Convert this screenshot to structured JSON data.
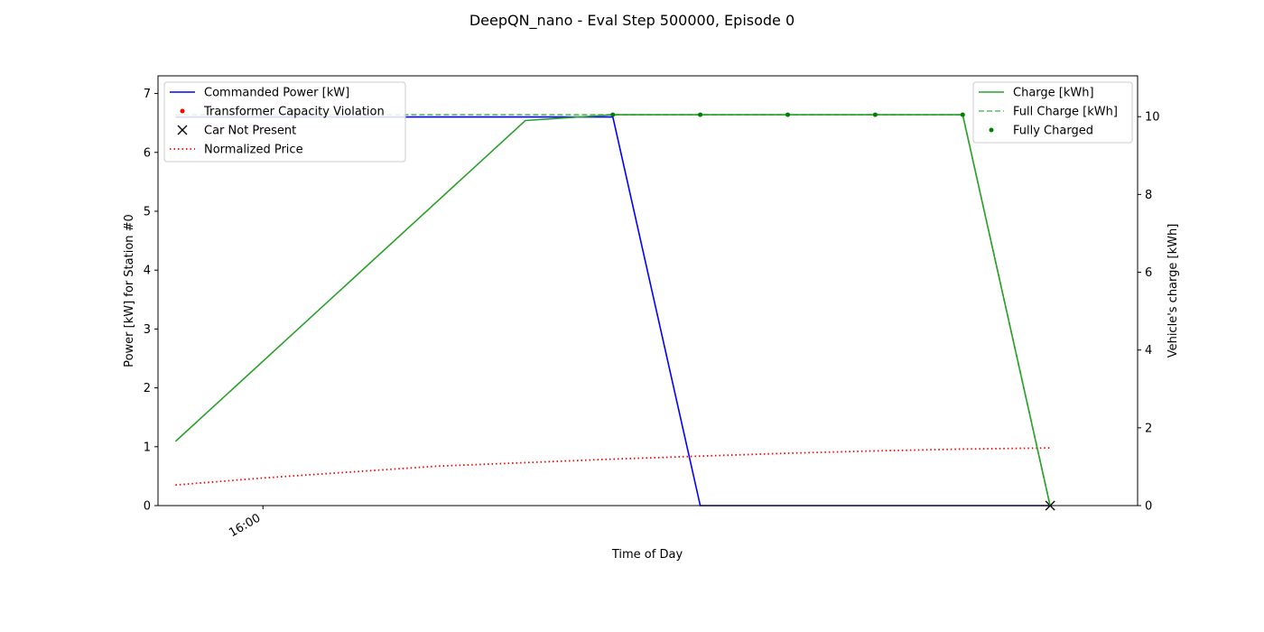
{
  "chart_data": {
    "type": "line",
    "title": "DeepQN_nano - Eval Step 500000, Episode 0",
    "xlabel": "Time of Day",
    "ylabel_left": "Power [kW] for Station #0",
    "ylabel_right": "Vehicle's charge [kWh]",
    "x_ticks": [
      "16:00"
    ],
    "x_time_hours": [
      15.75,
      16.0,
      16.25,
      16.5,
      16.75,
      17.0,
      17.25,
      17.5,
      17.75,
      18.0,
      18.25
    ],
    "xlim_hours": [
      15.7,
      18.5
    ],
    "ylim_left": [
      0,
      7.3
    ],
    "yticks_left": [
      0,
      1,
      2,
      3,
      4,
      5,
      6,
      7
    ],
    "ylim_right": [
      0,
      11.05
    ],
    "yticks_right": [
      0,
      2,
      4,
      6,
      8,
      10
    ],
    "grid": false,
    "legend_left_position": "upper-left",
    "legend_right_position": "upper-right",
    "series": [
      {
        "name": "Commanded Power [kW]",
        "axis": "left",
        "style": "solid",
        "color": "#0000ff",
        "marker": "none",
        "x": [
          15.75,
          17.0,
          17.25,
          18.25
        ],
        "y": [
          6.6,
          6.6,
          0.0,
          0.0
        ]
      },
      {
        "name": "Transformer Capacity Violation",
        "axis": "left",
        "style": "marker",
        "color": "#ff0000",
        "marker": "dot",
        "x": [],
        "y": []
      },
      {
        "name": "Car Not Present",
        "axis": "left",
        "style": "marker",
        "color": "#000000",
        "marker": "x",
        "x": [
          18.25
        ],
        "y": [
          0.0
        ]
      },
      {
        "name": "Normalized Price",
        "axis": "left",
        "style": "dotted",
        "color": "#ff0000",
        "marker": "none",
        "x": [
          15.75,
          16.0,
          16.25,
          16.5,
          16.75,
          17.0,
          17.25,
          17.5,
          17.75,
          18.0,
          18.25
        ],
        "y": [
          0.35,
          0.47,
          0.57,
          0.67,
          0.73,
          0.79,
          0.84,
          0.89,
          0.93,
          0.96,
          0.98
        ]
      },
      {
        "name": "Charge [kWh]",
        "axis": "right",
        "style": "solid",
        "color": "#2ca02c",
        "marker": "none",
        "x": [
          15.75,
          16.75,
          17.0,
          17.25,
          17.5,
          17.75,
          18.0,
          18.25
        ],
        "y": [
          1.65,
          9.9,
          10.05,
          10.05,
          10.05,
          10.05,
          10.05,
          0.0
        ]
      },
      {
        "name": "Full Charge [kWh]",
        "axis": "right",
        "style": "dashed",
        "color": "#2ca02c",
        "marker": "none",
        "x": [
          15.75,
          18.0,
          18.25
        ],
        "y": [
          10.05,
          10.05,
          0.0
        ]
      },
      {
        "name": "Fully Charged",
        "axis": "right",
        "style": "marker",
        "color": "#007f00",
        "marker": "dot",
        "x": [
          17.0,
          17.25,
          17.5,
          17.75,
          18.0
        ],
        "y": [
          10.05,
          10.05,
          10.05,
          10.05,
          10.05
        ]
      }
    ]
  }
}
